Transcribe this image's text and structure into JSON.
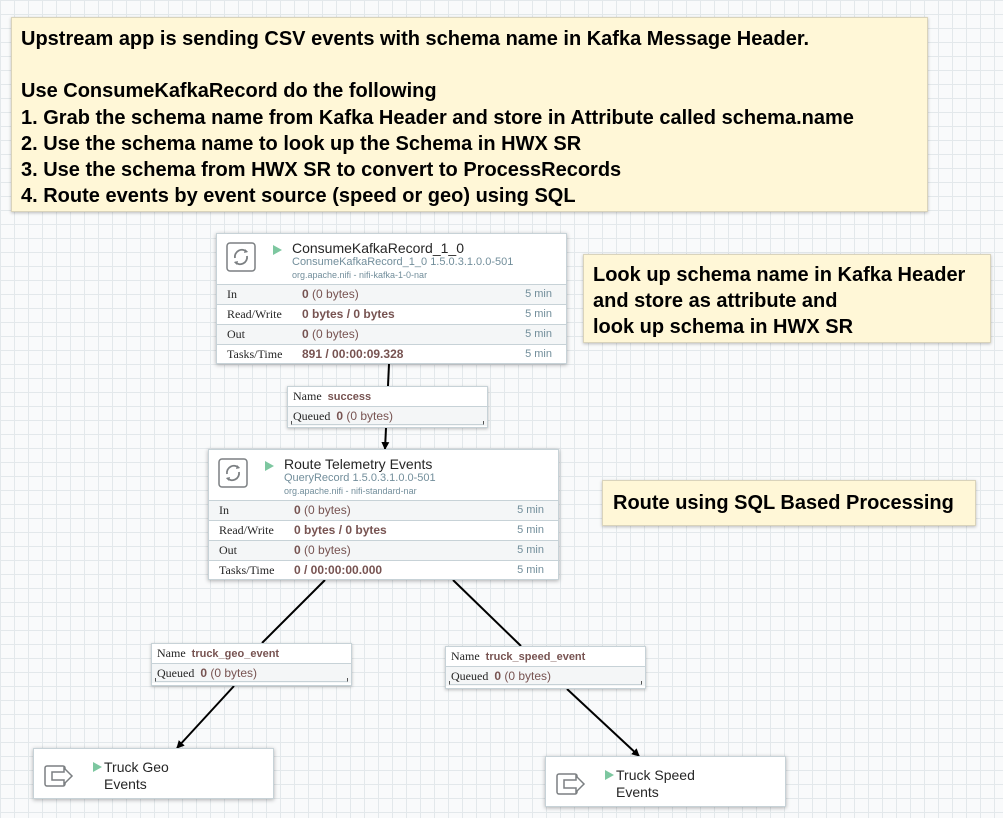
{
  "labels": {
    "main": {
      "line1": "Upstream app is sending CSV events with schema name in Kafka Message Header.",
      "line2": "Use ConsumeKafkaRecord do the following",
      "line3": "1. Grab the schema name from Kafka Header and store in Attribute called schema.name",
      "line4": "2. Use the schema name to look up the Schema in HWX SR",
      "line5": "3. Use the schema from HWX SR to convert to ProcessRecords",
      "line6": "4. Route events by event source (speed or geo) using SQL"
    },
    "kafka": {
      "line1": "Look up schema name in Kafka Header",
      "line2": "and store as attribute and",
      "line3": "look up schema in HWX SR"
    },
    "route": {
      "line1": "Route using SQL Based Processing"
    }
  },
  "processors": {
    "consume": {
      "name": "ConsumeKafkaRecord_1_0",
      "type": "ConsumeKafkaRecord_1_0 1.5.0.3.1.0.0-501",
      "bundle": "org.apache.nifi - nifi-kafka-1-0-nar",
      "icon": "processor-icon",
      "status_icon": "run-icon",
      "stats": [
        {
          "label": "In",
          "value": "0",
          "detail": "(0 bytes)",
          "time": "5 min"
        },
        {
          "label": "Read/Write",
          "value": "0 bytes / 0 bytes",
          "detail": "",
          "time": "5 min"
        },
        {
          "label": "Out",
          "value": "0",
          "detail": "(0 bytes)",
          "time": "5 min"
        },
        {
          "label": "Tasks/Time",
          "value": "891 / 00:00:09.328",
          "detail": "",
          "time": "5 min"
        }
      ]
    },
    "route": {
      "name": "Route Telemetry Events",
      "type": "QueryRecord 1.5.0.3.1.0.0-501",
      "bundle": "org.apache.nifi - nifi-standard-nar",
      "icon": "processor-icon",
      "status_icon": "run-icon",
      "stats": [
        {
          "label": "In",
          "value": "0",
          "detail": "(0 bytes)",
          "time": "5 min"
        },
        {
          "label": "Read/Write",
          "value": "0 bytes / 0 bytes",
          "detail": "",
          "time": "5 min"
        },
        {
          "label": "Out",
          "value": "0",
          "detail": "(0 bytes)",
          "time": "5 min"
        },
        {
          "label": "Tasks/Time",
          "value": "0 / 00:00:00.000",
          "detail": "",
          "time": "5 min"
        }
      ]
    }
  },
  "connections": {
    "success": {
      "name_key": "Name",
      "name": "success",
      "queued_key": "Queued",
      "queued": "0",
      "queued_detail": "(0 bytes)"
    },
    "geo": {
      "name_key": "Name",
      "name": "truck_geo_event",
      "queued_key": "Queued",
      "queued": "0",
      "queued_detail": "(0 bytes)"
    },
    "speed": {
      "name_key": "Name",
      "name": "truck_speed_event",
      "queued_key": "Queued",
      "queued": "0",
      "queued_detail": "(0 bytes)"
    }
  },
  "ports": {
    "geo": {
      "line1": "Truck Geo",
      "line2": "Events",
      "icon": "output-port-icon",
      "status_icon": "run-icon"
    },
    "speed": {
      "line1": "Truck Speed",
      "line2": "Events",
      "icon": "output-port-icon",
      "status_icon": "run-icon"
    }
  },
  "colors": {
    "label_bg": "#fff7d7",
    "run": "#7dc7a0",
    "value": "#775351",
    "muted": "#728e9b",
    "border": "#c7d2d7"
  }
}
